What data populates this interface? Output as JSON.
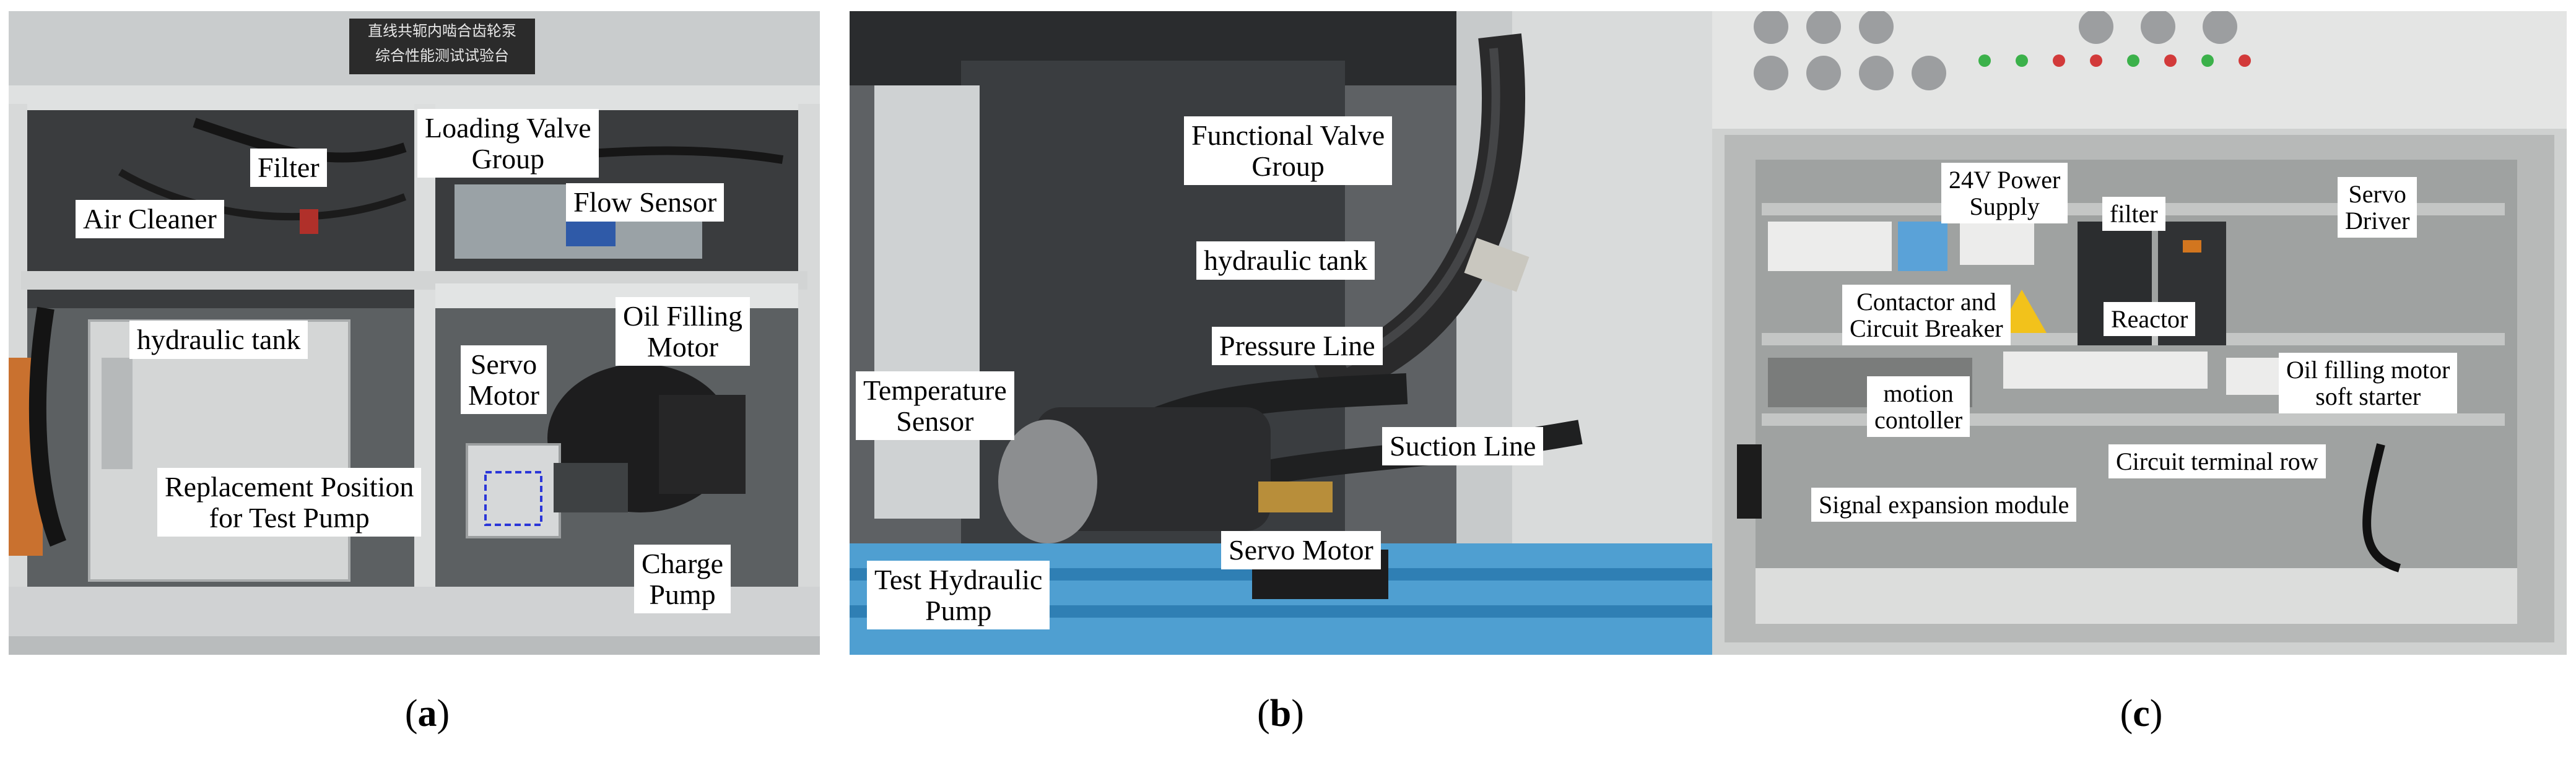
{
  "panel_a": {
    "sign_line1": "直线共轭内啮合齿轮泵",
    "sign_line2": "综合性能测试试验台",
    "labels": {
      "filter": "Filter",
      "loading_valve_1": "Loading Valve",
      "loading_valve_2": "Group",
      "air_cleaner": "Air Cleaner",
      "flow_sensor": "Flow Sensor",
      "hydraulic_tank": "hydraulic tank",
      "oil_filling_1": "Oil Filling",
      "oil_filling_2": "Motor",
      "servo_motor_1": "Servo",
      "servo_motor_2": "Motor",
      "replacement_1": "Replacement Position",
      "replacement_2": "for Test Pump",
      "charge_pump_1": "Charge",
      "charge_pump_2": "Pump"
    }
  },
  "panel_b": {
    "labels": {
      "functional_valve_1": "Functional Valve",
      "functional_valve_2": "Group",
      "hydraulic_tank": "hydraulic tank",
      "pressure_line": "Pressure Line",
      "temperature_1": "Temperature",
      "temperature_2": "Sensor",
      "suction_line": "Suction Line",
      "servo_motor": "Servo Motor",
      "test_pump_1": "Test Hydraulic",
      "test_pump_2": "Pump"
    }
  },
  "panel_c": {
    "labels": {
      "power_supply_1": "24V Power",
      "power_supply_2": "Supply",
      "filter": "filter",
      "servo_driver_1": "Servo",
      "servo_driver_2": "Driver",
      "contactor_1": "Contactor and",
      "contactor_2": "Circuit Breaker",
      "reactor": "Reactor",
      "soft_starter_1": "Oil filling motor",
      "soft_starter_2": "soft starter",
      "motion_1": "motion",
      "motion_2": "contoller",
      "terminal_row": "Circuit terminal row",
      "signal_module": "Signal expansion module"
    }
  },
  "captions": {
    "a_open": "(",
    "a_letter": "a",
    "a_close": ")",
    "b_open": "(",
    "b_letter": "b",
    "b_close": ")",
    "c_open": "(",
    "c_letter": "c",
    "c_close": ")"
  }
}
